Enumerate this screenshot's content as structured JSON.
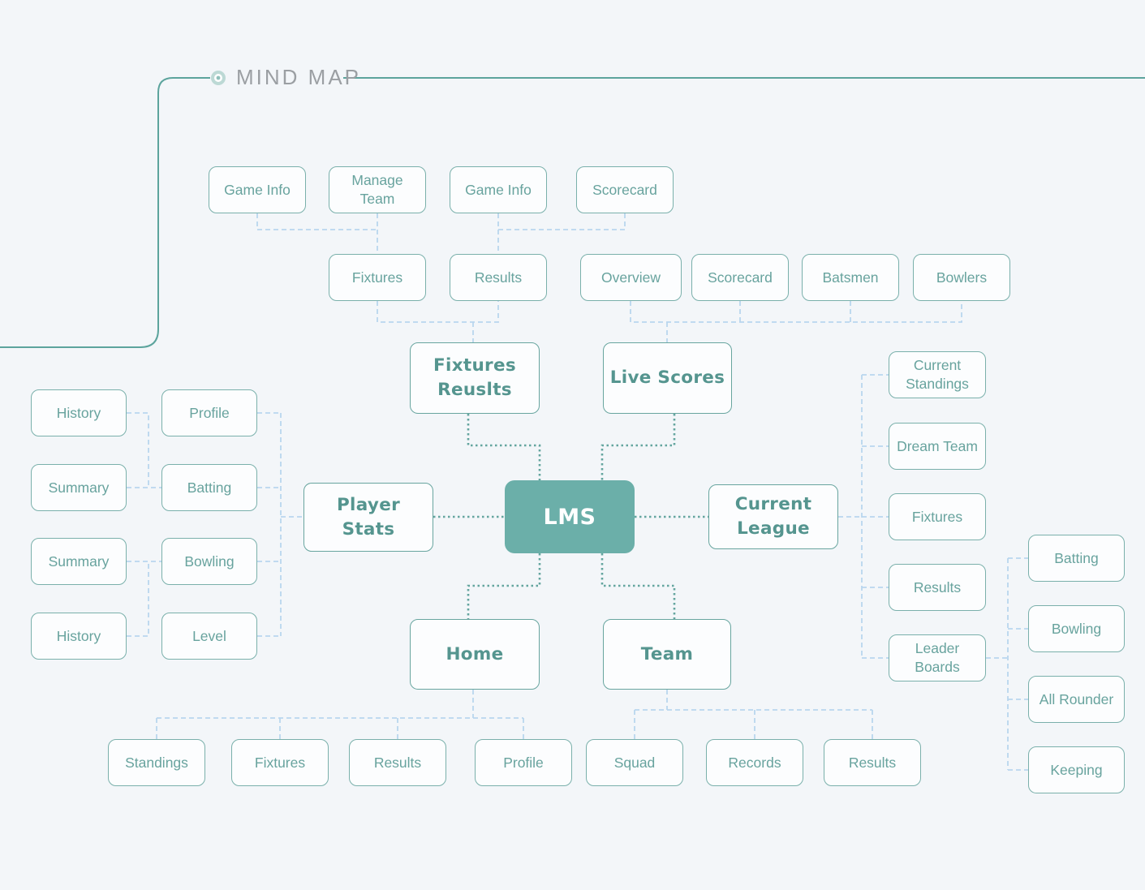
{
  "header": {
    "title": "MIND MAP"
  },
  "colors": {
    "background": "#f3f6f9",
    "box_border": "#7ab0ab",
    "box_bg": "#fcfdfe",
    "box_text": "#68a39e",
    "major_border": "#68a59f",
    "major_text": "#55958f",
    "root_bg": "#6bafa9",
    "root_text": "#ffffff",
    "dashed_blue": "#b9d6ee",
    "dotted_teal": "#64a59f",
    "line_teal": "#5ca49d",
    "title_gray": "#9b9fa3"
  },
  "nodes": {
    "lms": "LMS",
    "fixtures_results": "Fixtures Reuslts",
    "live_scores": "Live Scores",
    "player_stats": "Player Stats",
    "current_league": "Current League",
    "home": "Home",
    "team": "Team",
    "game_info_1": "Game Info",
    "manage_team": "Manage Team",
    "game_info_2": "Game Info",
    "scorecard_top": "Scorecard",
    "fixtures_a": "Fixtures",
    "results_a": "Results",
    "overview": "Overview",
    "scorecard_live": "Scorecard",
    "batsmen": "Batsmen",
    "bowlers": "Bowlers",
    "history_1": "History",
    "summary_1": "Summary",
    "summary_2": "Summary",
    "history_2": "History",
    "profile_ps": "Profile",
    "batting_ps": "Batting",
    "bowling_ps": "Bowling",
    "level_ps": "Level",
    "current_standings": "Current Standings",
    "dream_team": "Dream Team",
    "fixtures_cl": "Fixtures",
    "results_cl": "Results",
    "leader_boards": "Leader Boards",
    "batting_lb": "Batting",
    "bowling_lb": "Bowling",
    "all_rounder": "All Rounder",
    "keeping": "Keeping",
    "standings_home": "Standings",
    "fixtures_home": "Fixtures",
    "results_home": "Results",
    "profile_home": "Profile",
    "squad": "Squad",
    "records": "Records",
    "results_team": "Results"
  },
  "hierarchy": {
    "LMS": {
      "Fixtures Reuslts": {
        "Fixtures": [
          "Game Info",
          "Manage Team"
        ],
        "Results": [
          "Game Info",
          "Scorecard"
        ]
      },
      "Live Scores": [
        "Overview",
        "Scorecard",
        "Batsmen",
        "Bowlers"
      ],
      "Player Stats": {
        "Profile": [],
        "Batting": [
          "History",
          "Summary"
        ],
        "Bowling": [
          "Summary",
          "History"
        ],
        "Level": []
      },
      "Current League": {
        "Current Standings": [],
        "Dream Team": [],
        "Fixtures": [],
        "Results": [],
        "Leader Boards": [
          "Batting",
          "Bowling",
          "All Rounder",
          "Keeping"
        ]
      },
      "Home": [
        "Standings",
        "Fixtures",
        "Results",
        "Profile"
      ],
      "Team": [
        "Squad",
        "Records",
        "Results"
      ]
    }
  }
}
